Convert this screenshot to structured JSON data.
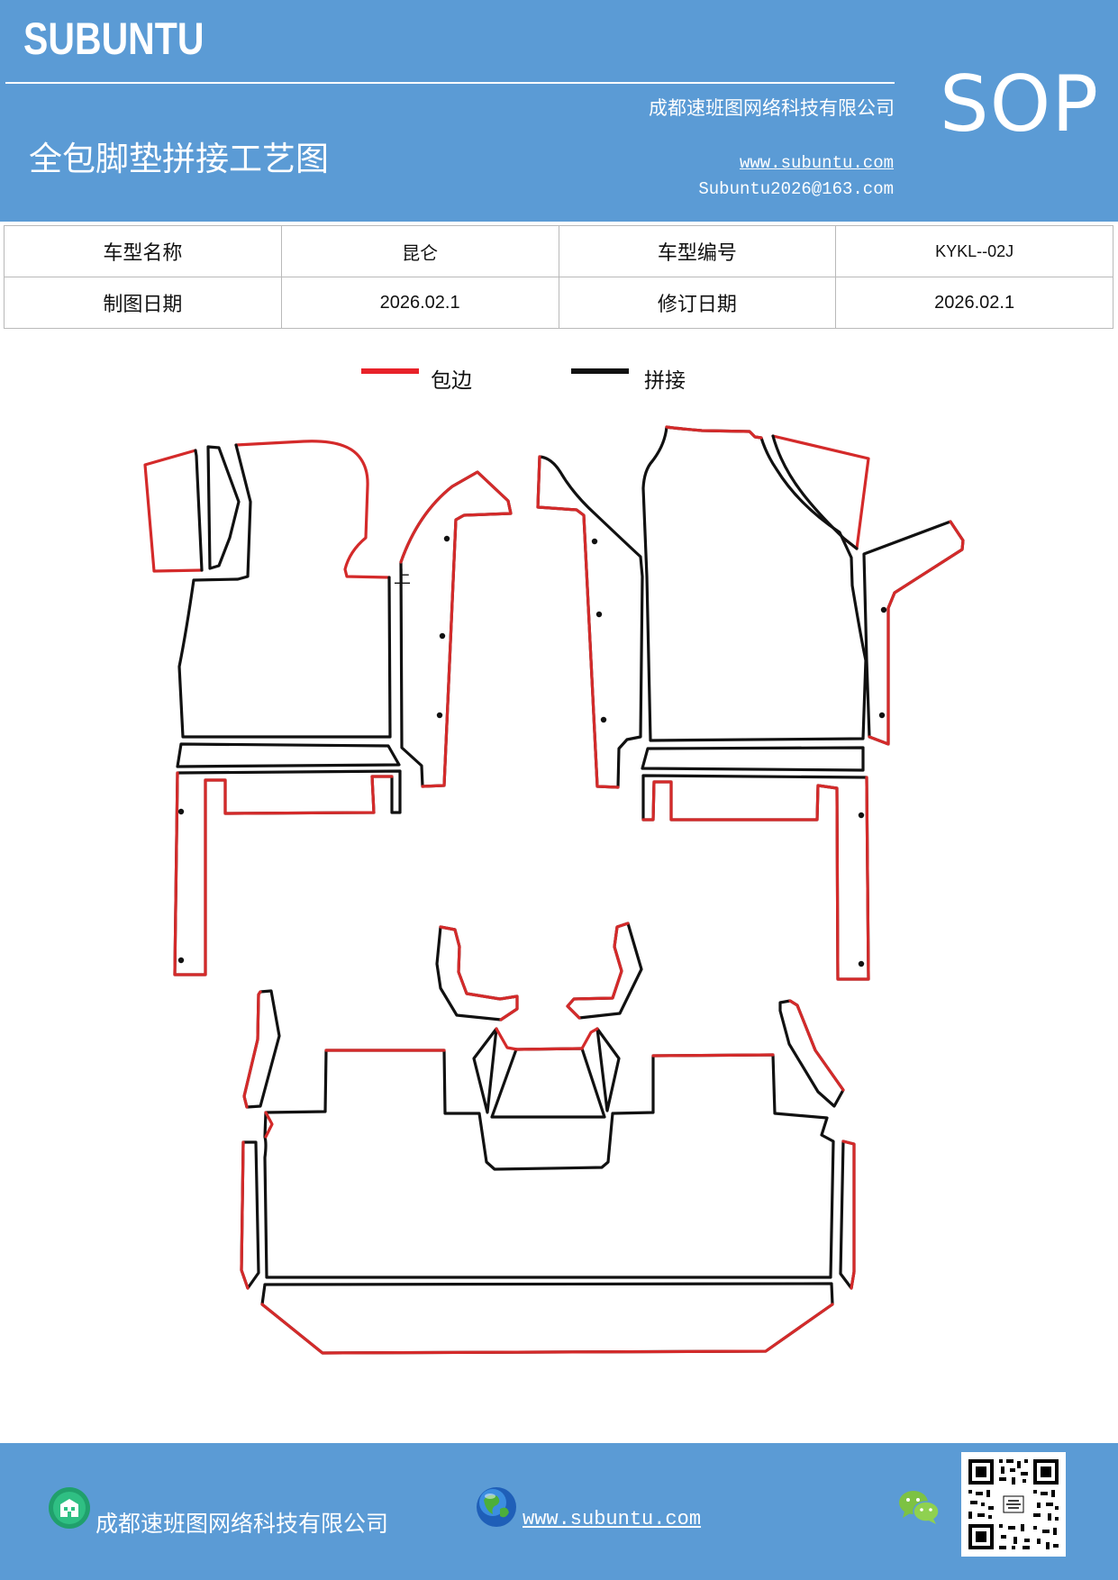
{
  "header": {
    "logo": "SUBUNTU",
    "company": "成都速班图网络科技有限公司",
    "title": "全包脚垫拼接工艺图",
    "website": "www.subuntu.com",
    "email": "Subuntu2026@163.com",
    "badge": "SOP"
  },
  "info_table": {
    "rows": [
      [
        "车型名称",
        "昆仑",
        "车型编号",
        "KYKL--02J"
      ],
      [
        "制图日期",
        "2026.02.1",
        "修订日期",
        "2026.02.1"
      ]
    ]
  },
  "legend": {
    "items": [
      {
        "label": "包边",
        "color": "#e8222a"
      },
      {
        "label": "拼接",
        "color": "#111111"
      }
    ]
  },
  "drawing": {
    "edge_color": "#d42a2a",
    "seam_color": "#111111",
    "marker": "上"
  },
  "footer": {
    "company": "成都速班图网络科技有限公司",
    "website": "www.subuntu.com",
    "icons": [
      "building-icon",
      "globe-icon",
      "wechat-icon",
      "qr-code"
    ]
  }
}
